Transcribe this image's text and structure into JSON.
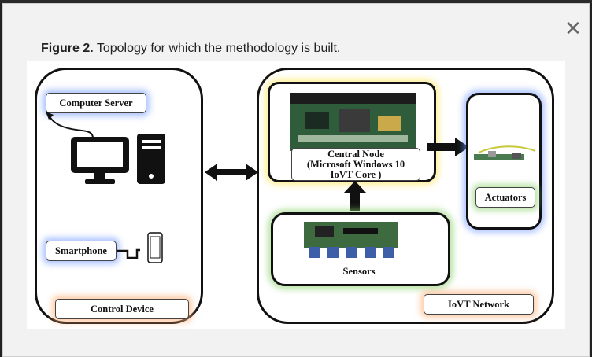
{
  "modal": {
    "close_icon": "close-icon",
    "caption_prefix": "Figure 2.",
    "caption_text": " Topology for which the methodology is built."
  },
  "figure": {
    "computer_server": "Computer Server",
    "smartphone": "Smartphone",
    "control_device": "Control Device",
    "central_node_1": "Central Node",
    "central_node_2": "(Microsoft Windows 10",
    "central_node_3": "IoVT Core )",
    "sensors": "Sensors",
    "actuators": "Actuators",
    "iovt_network": "IoVT Network",
    "colors": {
      "blue_glow": "#6e96ff",
      "orange_glow": "#ffaa6e",
      "green_glow": "#8cd26e",
      "yellow_glow": "#ffeb78"
    }
  }
}
